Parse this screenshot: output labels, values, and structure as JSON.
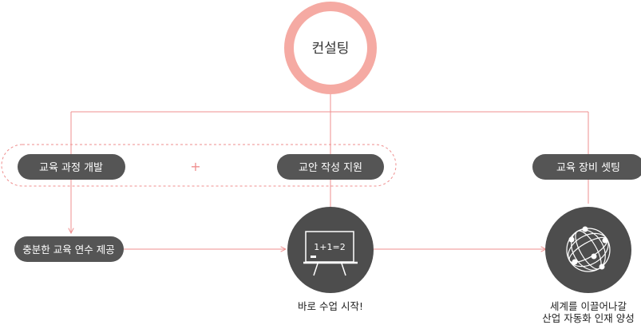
{
  "consulting": {
    "label": "컨설팅"
  },
  "stages": {
    "curriculum": "교육 과정 개발",
    "plus": "+",
    "lesson_plan": "교안 작성 지원",
    "equipment": "교육 장비 셋팅",
    "training": "충분한 교육 연수 제공"
  },
  "blackboard": {
    "equation": "1+1=2"
  },
  "outcomes": {
    "class_start": "바로 수업 시작!",
    "global_line1": "세계를 이끌어나갈",
    "global_line2": "산업 자동화 인재 양성"
  },
  "colors": {
    "accent": "#f5aaa3",
    "line": "#ef8f8f",
    "pill": "#555555",
    "circle": "#4d4d4d"
  }
}
